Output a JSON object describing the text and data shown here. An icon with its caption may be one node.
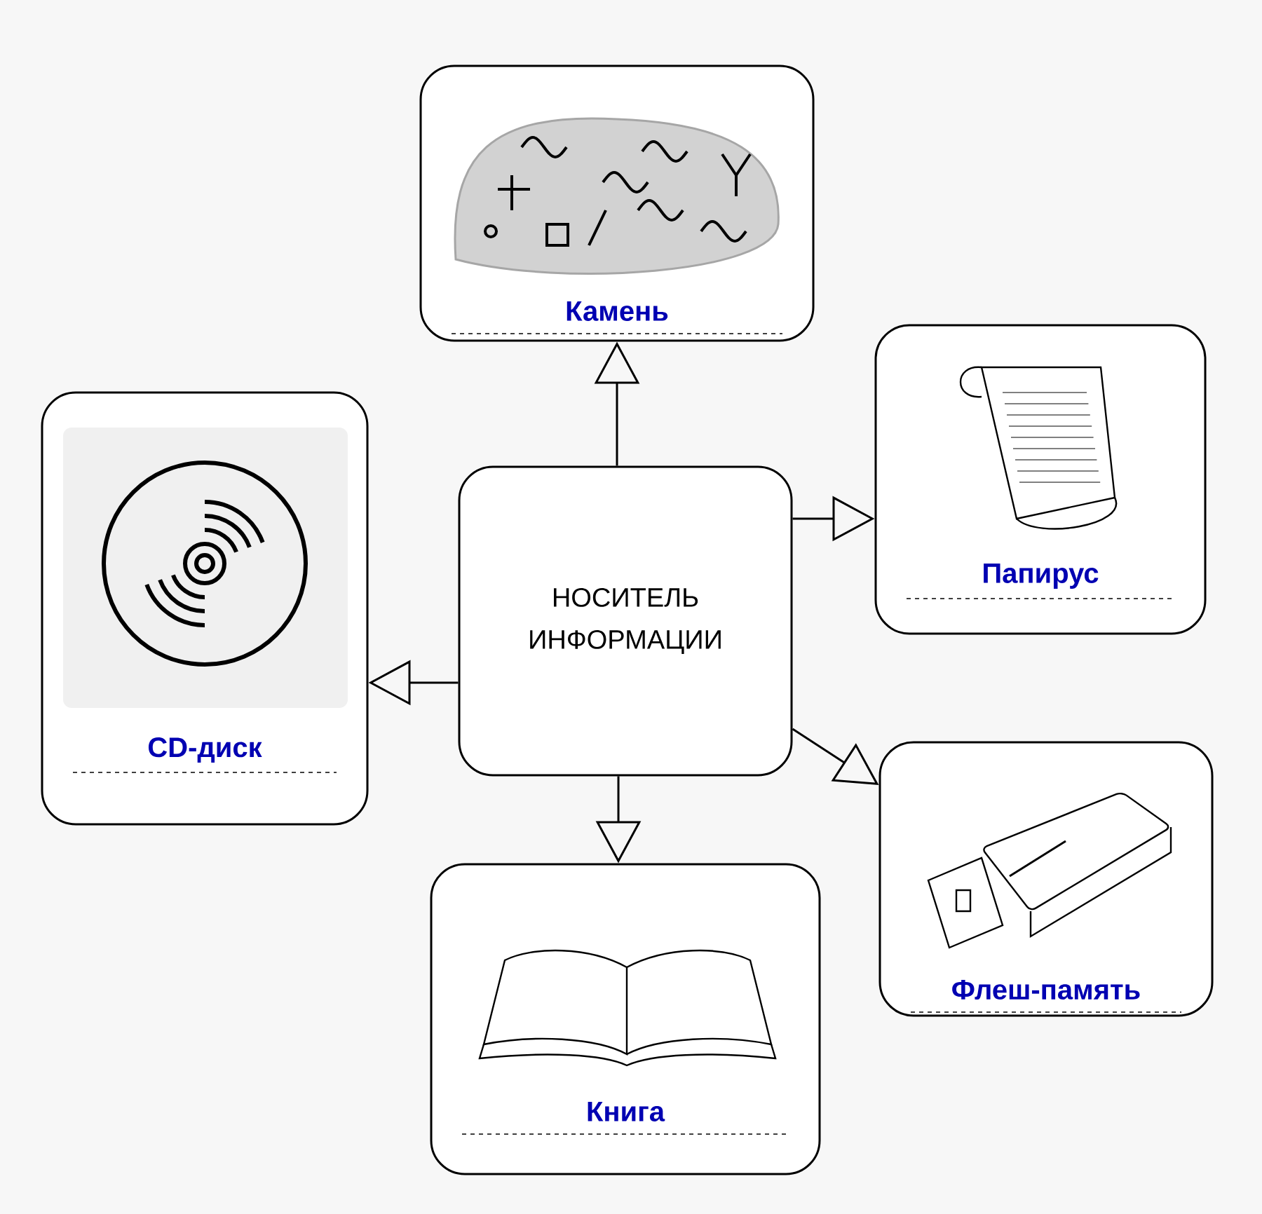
{
  "diagram": {
    "nodes": [
      {
        "text": [
          "НОСИТЕЛЬ ИНФОРМАЦИИ"
        ]
      },
      {
        "text": [
          "Камень"
        ]
      },
      {
        "text": [
          "Папирус"
        ]
      },
      {
        "text": [
          "CD-диск"
        ]
      },
      {
        "text": [
          "Флеш-память"
        ]
      },
      {
        "text": [
          "Книга"
        ]
      }
    ],
    "edges": [
      {
        "from": 0,
        "to": 1,
        "arrow": "to"
      },
      {
        "from": 0,
        "to": 2,
        "arrow": "to"
      },
      {
        "from": 0,
        "to": 3,
        "arrow": "to"
      },
      {
        "from": 0,
        "to": 4,
        "arrow": "to"
      },
      {
        "from": 0,
        "to": 5,
        "arrow": "to"
      }
    ]
  }
}
